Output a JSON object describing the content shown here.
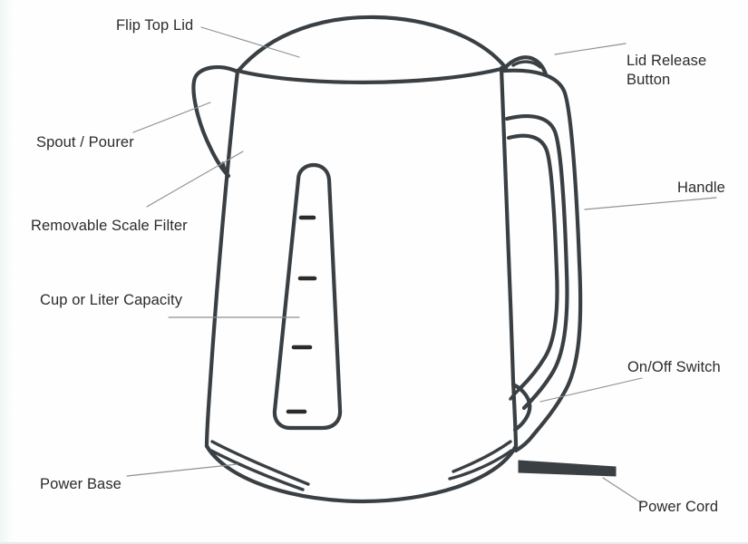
{
  "diagram": {
    "subject": "electric-kettle",
    "background_color": "#fdfefd",
    "line_color": "#3a3f44",
    "leader_color": "#8d9296",
    "text_color": "#2b2b2b"
  },
  "labels": {
    "flip_top_lid": "Flip Top Lid",
    "lid_release_button": "Lid Release\nButton",
    "spout_pourer": "Spout / Pourer",
    "handle": "Handle",
    "removable_scale_filter": "Removable Scale Filter",
    "cup_or_liter_capacity": "Cup or Liter Capacity",
    "on_off_switch": "On/Off Switch",
    "power_base": "Power Base",
    "power_cord": "Power Cord"
  },
  "parts": [
    {
      "id": "flip-top-lid",
      "name": "Flip Top Lid"
    },
    {
      "id": "lid-release-button",
      "name": "Lid Release Button"
    },
    {
      "id": "spout-pourer",
      "name": "Spout / Pourer"
    },
    {
      "id": "handle",
      "name": "Handle"
    },
    {
      "id": "removable-scale-filter",
      "name": "Removable Scale Filter"
    },
    {
      "id": "cup-or-liter-capacity",
      "name": "Cup or Liter Capacity"
    },
    {
      "id": "on-off-switch",
      "name": "On/Off Switch"
    },
    {
      "id": "power-base",
      "name": "Power Base"
    },
    {
      "id": "power-cord",
      "name": "Power Cord"
    }
  ],
  "water_window": {
    "graduation_marks": 4
  }
}
